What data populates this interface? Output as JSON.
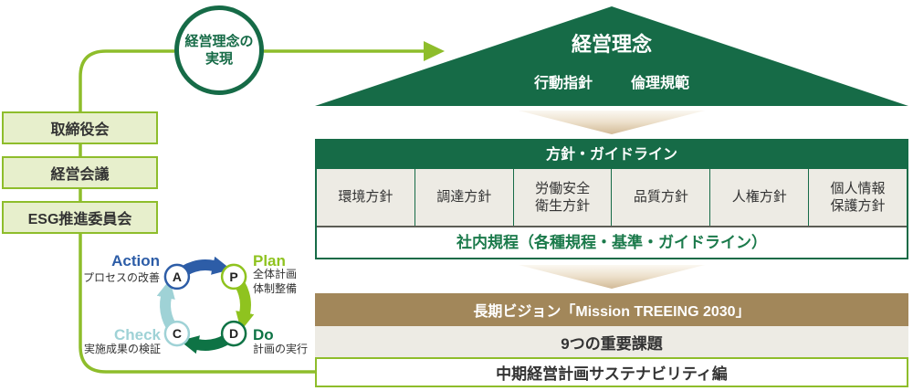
{
  "colors": {
    "dark_green": "#166b47",
    "line_green": "#8ebd2b",
    "governance_box_fill": "#e7efcc",
    "table_row_bg": "#edebe4",
    "vision_brown": "#a2875a",
    "chevron_tan": "#d2ba97",
    "pdca_action_blue": "#2d5da7",
    "pdca_plan_green": "#8fc31f",
    "pdca_do_green": "#0e7345",
    "pdca_check_teal": "#9fd2d6"
  },
  "goal_circle": {
    "label": "経営理念の\n実現"
  },
  "governance_boxes": [
    "取締役会",
    "経営会議",
    "ESG推進委員会"
  ],
  "pyramid": {
    "title": "経営理念",
    "left_item": "行動指針",
    "right_item": "倫理規範"
  },
  "policy_table": {
    "header": "方針・ガイドライン",
    "columns": [
      "環境方針",
      "調達方針",
      "労働安全\n衛生方針",
      "品質方針",
      "人権方針",
      "個人情報\n保護方針"
    ],
    "footer": "社内規程（各種規程・基準・ガイドライン）"
  },
  "vision_bars": {
    "long_term": "長期ビジョン「Mission TREEING 2030」",
    "key_issues": "9つの重要課題",
    "mid_term": "中期経営計画サステナビリティ編"
  },
  "pdca": {
    "steps": [
      {
        "letter": "A",
        "name": "Action",
        "desc": "プロセスの改善"
      },
      {
        "letter": "P",
        "name": "Plan",
        "desc": "全体計画\n体制整備"
      },
      {
        "letter": "D",
        "name": "Do",
        "desc": "計画の実行"
      },
      {
        "letter": "C",
        "name": "Check",
        "desc": "実施成果の検証"
      }
    ]
  }
}
